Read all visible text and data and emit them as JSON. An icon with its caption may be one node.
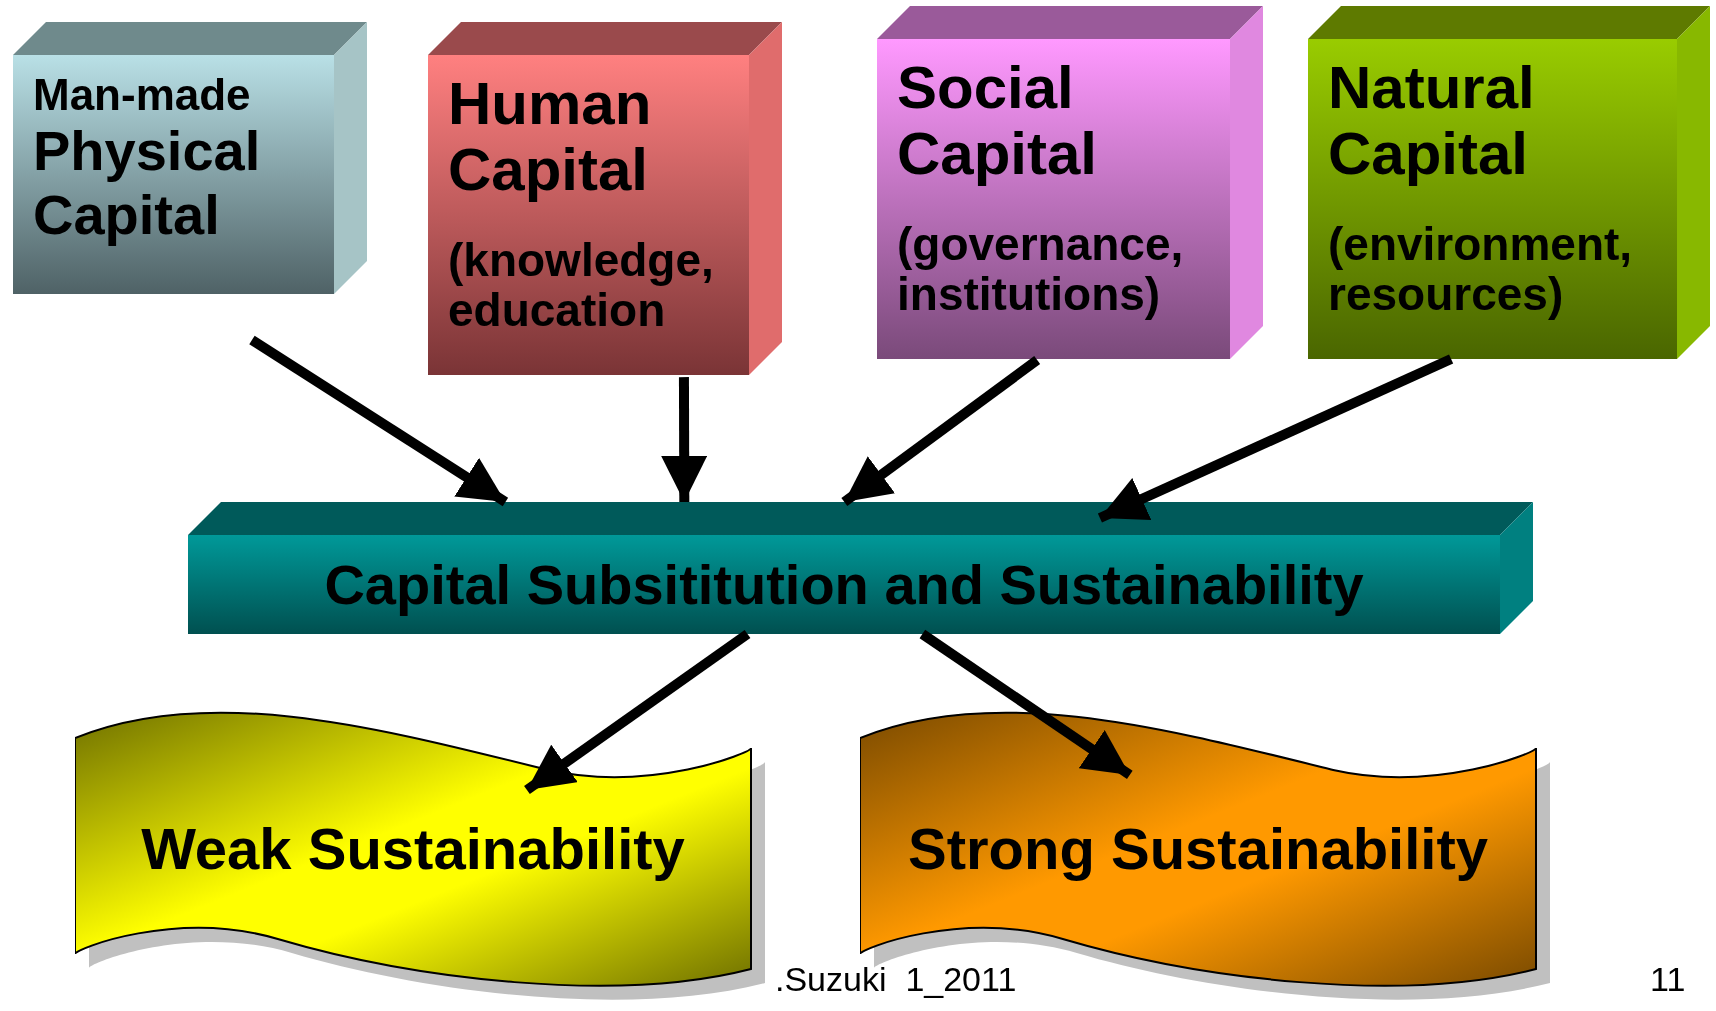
{
  "diagram": {
    "nodes": [
      {
        "text": [
          "Man-made",
          "Physical Capital"
        ]
      },
      {
        "text": [
          "Human Capital",
          "(knowledge, education"
        ]
      },
      {
        "text": [
          "Social Capital",
          "(governance, institutions)"
        ]
      },
      {
        "text": [
          "Natural Capital",
          "(environment, resources)"
        ]
      },
      {
        "text": [
          "Capital Subsititution and Sustainability"
        ]
      },
      {
        "text": [
          "Weak Sustainability"
        ]
      },
      {
        "text": [
          "Strong Sustainability"
        ]
      }
    ],
    "edges": [
      {
        "from": 0,
        "to": 4,
        "arrow": "to"
      },
      {
        "from": 1,
        "to": 4,
        "arrow": "to"
      },
      {
        "from": 2,
        "to": 4,
        "arrow": "to"
      },
      {
        "from": 3,
        "to": 4,
        "arrow": "to"
      },
      {
        "from": 4,
        "to": 5,
        "arrow": "to"
      },
      {
        "from": 4,
        "to": 6,
        "arrow": "to"
      }
    ],
    "labels": [
      ".Suzuki  1_2011",
      "11"
    ]
  }
}
